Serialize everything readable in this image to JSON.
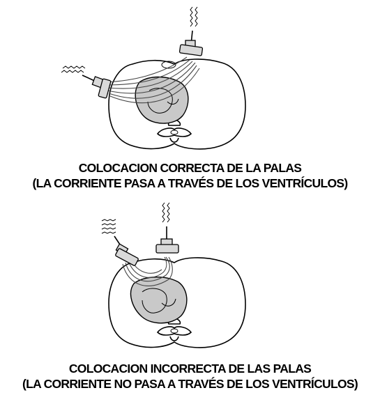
{
  "diagrams": [
    {
      "id": "correct",
      "caption_line1": "COLOCACION CORRECTA DE LA PALAS",
      "caption_line2": "(LA CORRIENTE PASA A TRAVÉS DE LOS VENTRÍCULOS)"
    },
    {
      "id": "incorrect",
      "caption_line1": "COLOCACION INCORRECTA DE LAS PALAS",
      "caption_line2": "(LA CORRIENTE NO PASA A TRAVÉS DE LOS VENTRÍCULOS)"
    }
  ],
  "colors": {
    "ink": "#000000",
    "heart_fill": "#c9c9c9",
    "paddle_fill": "#d9d9d9"
  }
}
